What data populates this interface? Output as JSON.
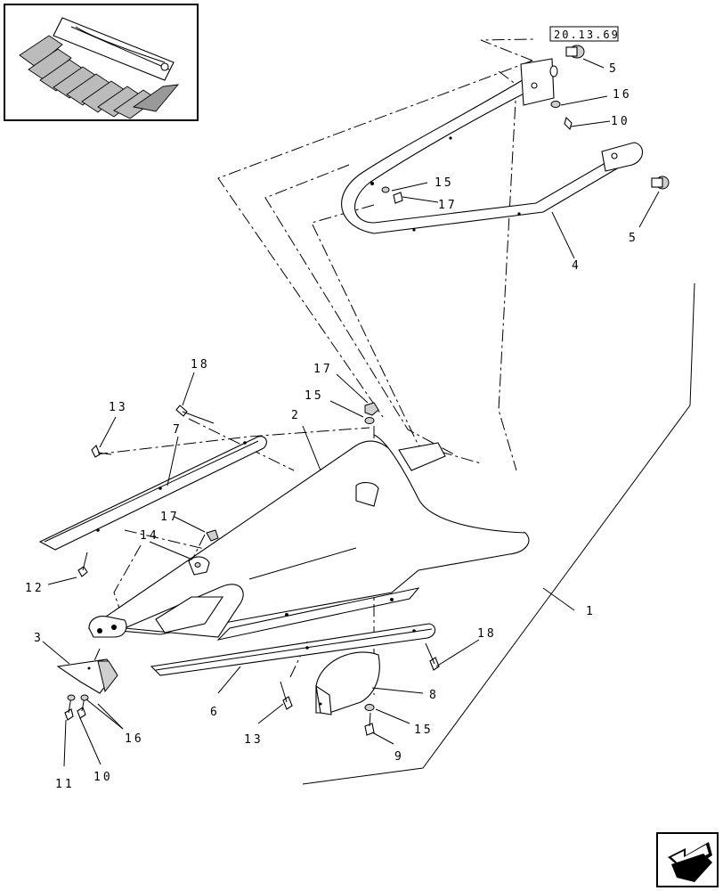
{
  "reference_tag": "20.13.69",
  "callouts": [
    "1",
    "2",
    "3",
    "4",
    "5",
    "5",
    "6",
    "7",
    "8",
    "9",
    "10",
    "10",
    "11",
    "12",
    "13",
    "13",
    "14",
    "15",
    "15",
    "15",
    "16",
    "16",
    "17",
    "17",
    "17",
    "18",
    "18"
  ],
  "nav_button": {
    "icon": "back-arrow-icon"
  },
  "thumbnail": {
    "icon": "header-thumbnail"
  }
}
